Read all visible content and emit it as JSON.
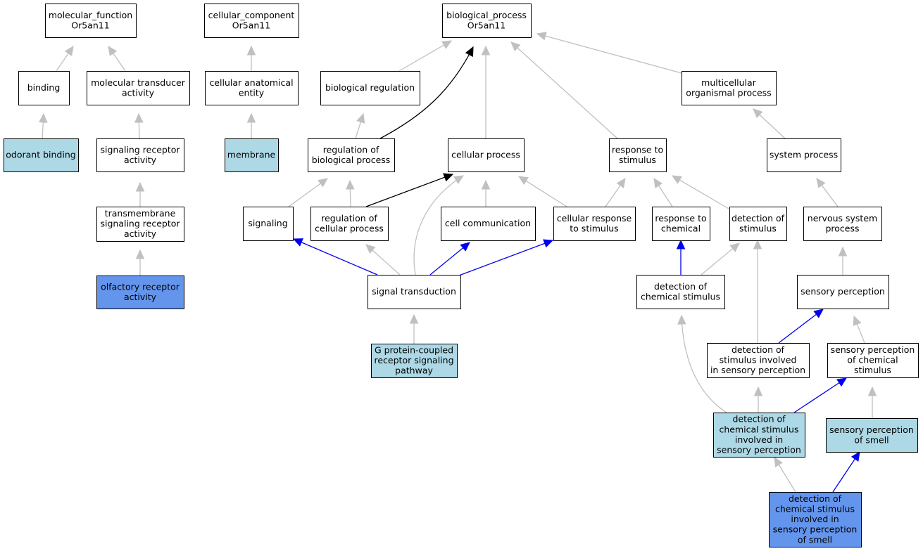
{
  "colors": {
    "plain": "#ffffff",
    "light": "#add8e6",
    "dark": "#6495ed",
    "edge_gray": "#c0c0c0",
    "edge_black": "#000000",
    "edge_blue": "#0000ee"
  },
  "nodes": [
    {
      "id": "mf",
      "lines": [
        "molecular_function",
        "Or5an11"
      ],
      "fill": "plain"
    },
    {
      "id": "cc",
      "lines": [
        "cellular_component",
        "Or5an11"
      ],
      "fill": "plain"
    },
    {
      "id": "bp",
      "lines": [
        "biological_process",
        "Or5an11"
      ],
      "fill": "plain"
    },
    {
      "id": "binding",
      "lines": [
        "binding"
      ],
      "fill": "plain"
    },
    {
      "id": "mta",
      "lines": [
        "molecular transducer",
        "activity"
      ],
      "fill": "plain"
    },
    {
      "id": "cae",
      "lines": [
        "cellular anatomical",
        "entity"
      ],
      "fill": "plain"
    },
    {
      "id": "breg",
      "lines": [
        "biological regulation"
      ],
      "fill": "plain"
    },
    {
      "id": "mop",
      "lines": [
        "multicellular",
        "organismal process"
      ],
      "fill": "plain"
    },
    {
      "id": "ob",
      "lines": [
        "odorant binding"
      ],
      "fill": "light"
    },
    {
      "id": "sra",
      "lines": [
        "signaling receptor",
        "activity"
      ],
      "fill": "plain"
    },
    {
      "id": "membrane",
      "lines": [
        "membrane"
      ],
      "fill": "light"
    },
    {
      "id": "rbp",
      "lines": [
        "regulation of",
        "biological process"
      ],
      "fill": "plain"
    },
    {
      "id": "cp",
      "lines": [
        "cellular process"
      ],
      "fill": "plain"
    },
    {
      "id": "rts",
      "lines": [
        "response to",
        "stimulus"
      ],
      "fill": "plain"
    },
    {
      "id": "sp",
      "lines": [
        "system process"
      ],
      "fill": "plain"
    },
    {
      "id": "tsra",
      "lines": [
        "transmembrane",
        "signaling receptor",
        "activity"
      ],
      "fill": "plain"
    },
    {
      "id": "signaling",
      "lines": [
        "signaling"
      ],
      "fill": "plain"
    },
    {
      "id": "rcp",
      "lines": [
        "regulation of",
        "cellular process"
      ],
      "fill": "plain"
    },
    {
      "id": "ccomm",
      "lines": [
        "cell communication"
      ],
      "fill": "plain"
    },
    {
      "id": "crs",
      "lines": [
        "cellular response",
        "to stimulus"
      ],
      "fill": "plain"
    },
    {
      "id": "rtc",
      "lines": [
        "response to",
        "chemical"
      ],
      "fill": "plain"
    },
    {
      "id": "dos",
      "lines": [
        "detection of",
        "stimulus"
      ],
      "fill": "plain"
    },
    {
      "id": "nsp",
      "lines": [
        "nervous system",
        "process"
      ],
      "fill": "plain"
    },
    {
      "id": "ora",
      "lines": [
        "olfactory receptor",
        "activity"
      ],
      "fill": "dark"
    },
    {
      "id": "st",
      "lines": [
        "signal transduction"
      ],
      "fill": "plain"
    },
    {
      "id": "docs",
      "lines": [
        "detection of",
        "chemical stimulus"
      ],
      "fill": "plain"
    },
    {
      "id": "sper",
      "lines": [
        "sensory perception"
      ],
      "fill": "plain"
    },
    {
      "id": "gpcr",
      "lines": [
        "G protein-coupled",
        "receptor signaling",
        "pathway"
      ],
      "fill": "light"
    },
    {
      "id": "dosisp",
      "lines": [
        "detection of",
        "stimulus involved",
        "in sensory perception"
      ],
      "fill": "plain"
    },
    {
      "id": "spcs",
      "lines": [
        "sensory perception",
        "of chemical",
        "stimulus"
      ],
      "fill": "plain"
    },
    {
      "id": "docsisp",
      "lines": [
        "detection of",
        "chemical stimulus",
        "involved in",
        "sensory perception"
      ],
      "fill": "light"
    },
    {
      "id": "spos",
      "lines": [
        "sensory perception",
        "of smell"
      ],
      "fill": "light"
    },
    {
      "id": "docsispos",
      "lines": [
        "detection of",
        "chemical stimulus",
        "involved in",
        "sensory perception",
        "of smell"
      ],
      "fill": "dark"
    }
  ],
  "edges": [
    {
      "from": "binding",
      "to": "mf",
      "color": "gray"
    },
    {
      "from": "mta",
      "to": "mf",
      "color": "gray"
    },
    {
      "from": "ob",
      "to": "binding",
      "color": "gray"
    },
    {
      "from": "sra",
      "to": "mta",
      "color": "gray"
    },
    {
      "from": "tsra",
      "to": "sra",
      "color": "gray"
    },
    {
      "from": "ora",
      "to": "tsra",
      "color": "gray"
    },
    {
      "from": "cae",
      "to": "cc",
      "color": "gray"
    },
    {
      "from": "membrane",
      "to": "cae",
      "color": "gray"
    },
    {
      "from": "breg",
      "to": "bp",
      "color": "gray"
    },
    {
      "from": "cp",
      "to": "bp",
      "color": "gray"
    },
    {
      "from": "rts",
      "to": "bp",
      "color": "gray"
    },
    {
      "from": "mop",
      "to": "bp",
      "color": "gray"
    },
    {
      "from": "rbp",
      "to": "bp",
      "color": "black"
    },
    {
      "from": "rbp",
      "to": "breg",
      "color": "gray"
    },
    {
      "from": "sp",
      "to": "mop",
      "color": "gray"
    },
    {
      "from": "signaling",
      "to": "rbp",
      "color": "gray"
    },
    {
      "from": "rcp",
      "to": "rbp",
      "color": "gray"
    },
    {
      "from": "rcp",
      "to": "cp",
      "color": "black"
    },
    {
      "from": "ccomm",
      "to": "cp",
      "color": "gray"
    },
    {
      "from": "crs",
      "to": "cp",
      "color": "gray"
    },
    {
      "from": "st",
      "to": "cp",
      "color": "gray"
    },
    {
      "from": "crs",
      "to": "rts",
      "color": "gray"
    },
    {
      "from": "rtc",
      "to": "rts",
      "color": "gray"
    },
    {
      "from": "dos",
      "to": "rts",
      "color": "gray"
    },
    {
      "from": "nsp",
      "to": "sp",
      "color": "gray"
    },
    {
      "from": "st",
      "to": "signaling",
      "color": "blue"
    },
    {
      "from": "st",
      "to": "rcp",
      "color": "gray"
    },
    {
      "from": "st",
      "to": "ccomm",
      "color": "blue"
    },
    {
      "from": "st",
      "to": "crs",
      "color": "blue"
    },
    {
      "from": "gpcr",
      "to": "st",
      "color": "gray"
    },
    {
      "from": "docs",
      "to": "rtc",
      "color": "blue"
    },
    {
      "from": "docs",
      "to": "dos",
      "color": "gray"
    },
    {
      "from": "sper",
      "to": "nsp",
      "color": "gray"
    },
    {
      "from": "dosisp",
      "to": "dos",
      "color": "gray"
    },
    {
      "from": "dosisp",
      "to": "sper",
      "color": "blue"
    },
    {
      "from": "spcs",
      "to": "sper",
      "color": "gray"
    },
    {
      "from": "docsisp",
      "to": "docs",
      "color": "gray"
    },
    {
      "from": "docsisp",
      "to": "dosisp",
      "color": "gray"
    },
    {
      "from": "docsisp",
      "to": "spcs",
      "color": "blue"
    },
    {
      "from": "spos",
      "to": "spcs",
      "color": "gray"
    },
    {
      "from": "docsispos",
      "to": "docsisp",
      "color": "gray"
    },
    {
      "from": "docsispos",
      "to": "spos",
      "color": "blue"
    }
  ]
}
